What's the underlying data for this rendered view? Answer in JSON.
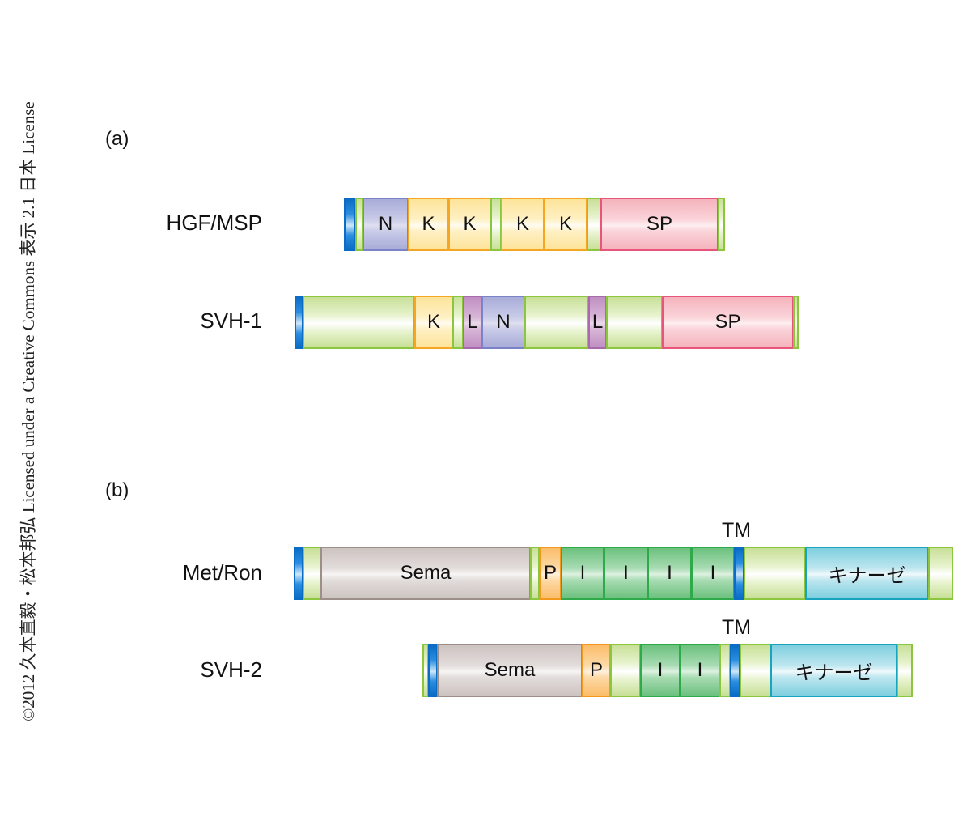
{
  "credit": "©2012 久本直毅・松本邦弘 Licensed under a Creative Commons 表示 2.1 日本 License",
  "panels": [
    {
      "label": "(a)",
      "proteins": [
        {
          "name": "HGF/MSP",
          "domains": [
            {
              "type": "tm",
              "label": ""
            },
            {
              "type": "link",
              "label": ""
            },
            {
              "type": "N",
              "label": "N"
            },
            {
              "type": "K",
              "label": "K"
            },
            {
              "type": "K",
              "label": "K"
            },
            {
              "type": "link",
              "label": ""
            },
            {
              "type": "K",
              "label": "K"
            },
            {
              "type": "K",
              "label": "K"
            },
            {
              "type": "link",
              "label": ""
            },
            {
              "type": "SP",
              "label": "SP"
            },
            {
              "type": "link",
              "label": ""
            }
          ]
        },
        {
          "name": "SVH-1",
          "domains": [
            {
              "type": "tm",
              "label": ""
            },
            {
              "type": "link",
              "label": ""
            },
            {
              "type": "K",
              "label": "K"
            },
            {
              "type": "link",
              "label": ""
            },
            {
              "type": "L",
              "label": "L"
            },
            {
              "type": "N",
              "label": "N"
            },
            {
              "type": "link",
              "label": ""
            },
            {
              "type": "L",
              "label": "L"
            },
            {
              "type": "link",
              "label": ""
            },
            {
              "type": "SP",
              "label": "SP"
            },
            {
              "type": "link",
              "label": ""
            }
          ]
        }
      ]
    },
    {
      "label": "(b)",
      "proteins": [
        {
          "name": "Met/Ron",
          "tm_label": "TM",
          "domains": [
            {
              "type": "tm",
              "label": ""
            },
            {
              "type": "link",
              "label": ""
            },
            {
              "type": "Sema",
              "label": "Sema"
            },
            {
              "type": "link",
              "label": ""
            },
            {
              "type": "P",
              "label": "P"
            },
            {
              "type": "I",
              "label": "I"
            },
            {
              "type": "I",
              "label": "I"
            },
            {
              "type": "I",
              "label": "I"
            },
            {
              "type": "I",
              "label": "I"
            },
            {
              "type": "tm",
              "label": ""
            },
            {
              "type": "link",
              "label": ""
            },
            {
              "type": "kin",
              "label": "キナーゼ"
            },
            {
              "type": "link",
              "label": ""
            }
          ]
        },
        {
          "name": "SVH-2",
          "tm_label": "TM",
          "domains": [
            {
              "type": "link",
              "label": ""
            },
            {
              "type": "tm",
              "label": ""
            },
            {
              "type": "Sema",
              "label": "Sema"
            },
            {
              "type": "P",
              "label": "P"
            },
            {
              "type": "link",
              "label": ""
            },
            {
              "type": "I",
              "label": "I"
            },
            {
              "type": "I",
              "label": "I"
            },
            {
              "type": "link",
              "label": ""
            },
            {
              "type": "tm",
              "label": ""
            },
            {
              "type": "link",
              "label": ""
            },
            {
              "type": "kin",
              "label": "キナーゼ"
            },
            {
              "type": "link",
              "label": ""
            }
          ]
        }
      ]
    }
  ]
}
